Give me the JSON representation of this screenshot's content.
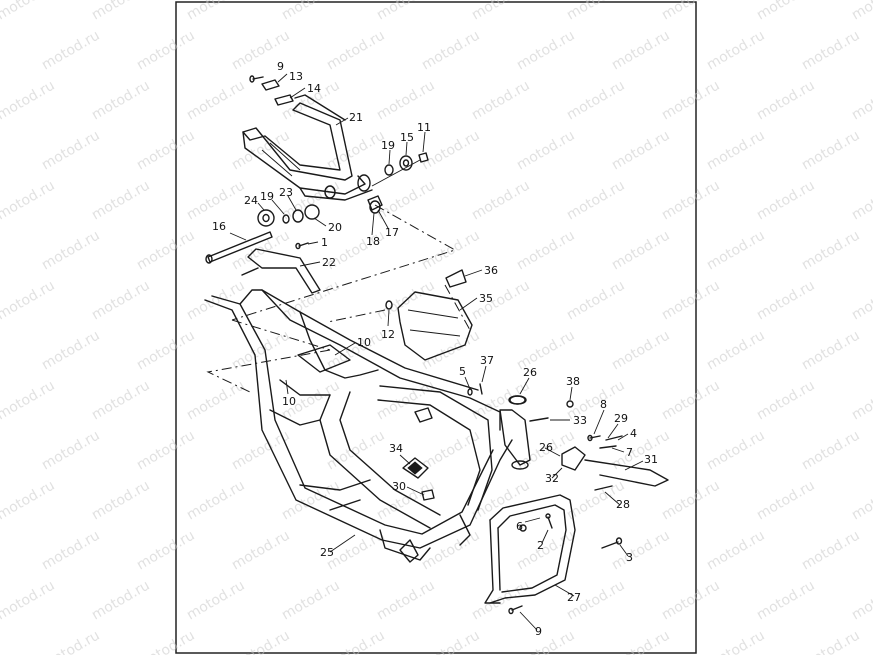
{
  "watermark": {
    "text": "motod.ru",
    "color": "#c9c9c9"
  },
  "callouts": [
    {
      "id": "c9a",
      "label": "9"
    },
    {
      "id": "c13",
      "label": "13"
    },
    {
      "id": "c14",
      "label": "14"
    },
    {
      "id": "c21",
      "label": "21"
    },
    {
      "id": "c11",
      "label": "11"
    },
    {
      "id": "c15",
      "label": "15"
    },
    {
      "id": "c19a",
      "label": "19"
    },
    {
      "id": "c24",
      "label": "24"
    },
    {
      "id": "c19b",
      "label": "19"
    },
    {
      "id": "c23",
      "label": "23"
    },
    {
      "id": "c20",
      "label": "20"
    },
    {
      "id": "c18",
      "label": "18"
    },
    {
      "id": "c17",
      "label": "17"
    },
    {
      "id": "c16",
      "label": "16"
    },
    {
      "id": "c1",
      "label": "1"
    },
    {
      "id": "c22",
      "label": "22"
    },
    {
      "id": "c36",
      "label": "36"
    },
    {
      "id": "c35",
      "label": "35"
    },
    {
      "id": "c12",
      "label": "12"
    },
    {
      "id": "c10a",
      "label": "10"
    },
    {
      "id": "c10b",
      "label": "10"
    },
    {
      "id": "c5",
      "label": "5"
    },
    {
      "id": "c37",
      "label": "37"
    },
    {
      "id": "c26a",
      "label": "26"
    },
    {
      "id": "c38",
      "label": "38"
    },
    {
      "id": "c33",
      "label": "33"
    },
    {
      "id": "c8",
      "label": "8"
    },
    {
      "id": "c29",
      "label": "29"
    },
    {
      "id": "c4",
      "label": "4"
    },
    {
      "id": "c26b",
      "label": "26"
    },
    {
      "id": "c7",
      "label": "7"
    },
    {
      "id": "c31",
      "label": "31"
    },
    {
      "id": "c34",
      "label": "34"
    },
    {
      "id": "c32",
      "label": "32"
    },
    {
      "id": "c28",
      "label": "28"
    },
    {
      "id": "c30",
      "label": "30"
    },
    {
      "id": "c6",
      "label": "6"
    },
    {
      "id": "c2",
      "label": "2"
    },
    {
      "id": "c3",
      "label": "3"
    },
    {
      "id": "c25",
      "label": "25"
    },
    {
      "id": "c27",
      "label": "27"
    },
    {
      "id": "c9b",
      "label": "9"
    }
  ]
}
